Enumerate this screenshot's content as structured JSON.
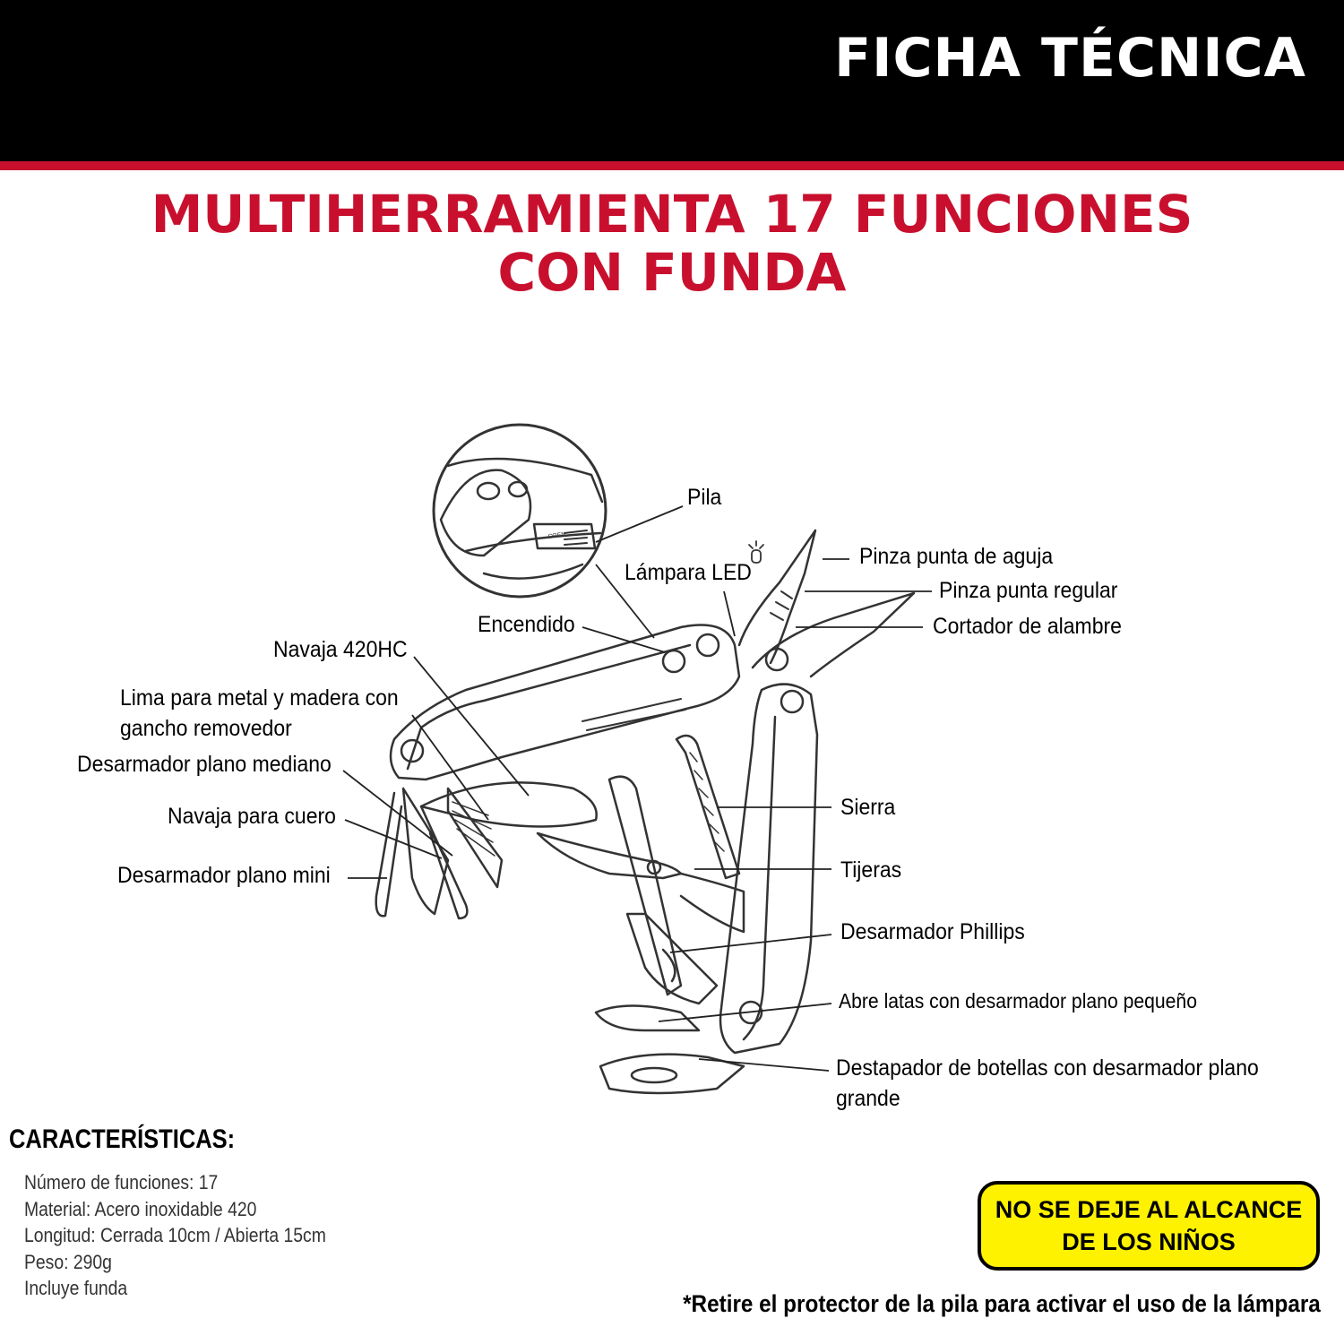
{
  "header": {
    "title": "FICHA TÉCNICA",
    "bar_color": "#000000",
    "accent_color": "#c8102e"
  },
  "product": {
    "title_line1": "MULTIHERRAMIENTA 17 FUNCIONES",
    "title_line2": "CON FUNDA",
    "title_color": "#c8102e"
  },
  "diagram": {
    "labels": {
      "pila": "Pila",
      "lampara_led": "Lámpara LED",
      "encendido": "Encendido",
      "navaja_420hc": "Navaja 420HC",
      "lima_line1": "Lima para metal y madera con",
      "lima_line2": "gancho removedor",
      "desarmador_plano_mediano": "Desarmador plano mediano",
      "navaja_cuero": "Navaja para cuero",
      "desarmador_plano_mini": "Desarmador plano mini",
      "pinza_punta_aguja": "Pinza punta de aguja",
      "pinza_punta_regular": "Pinza punta regular",
      "cortador_alambre": "Cortador de alambre",
      "sierra": "Sierra",
      "tijeras": "Tijeras",
      "desarmador_phillips": "Desarmador Phillips",
      "abre_latas": "Abre latas con desarmador plano pequeño",
      "destapador_line1": "Destapador de botellas con desarmador plano",
      "destapador_line2": "grande"
    },
    "battery_cover_text": "OPEN"
  },
  "specs": {
    "title": "CARACTERÍSTICAS:",
    "items": [
      "Número de funciones: 17",
      "Material: Acero inoxidable 420",
      "Longitud: Cerrada 10cm / Abierta 15cm",
      "Peso: 290g",
      "Incluye funda"
    ]
  },
  "warning": {
    "text_line1": "NO SE DEJE AL ALCANCE",
    "text_line2": "DE LOS NIÑOS",
    "bg_color": "#fff200"
  },
  "footnote": "*Retire el protector de la pila para activar el uso de la lámpara"
}
